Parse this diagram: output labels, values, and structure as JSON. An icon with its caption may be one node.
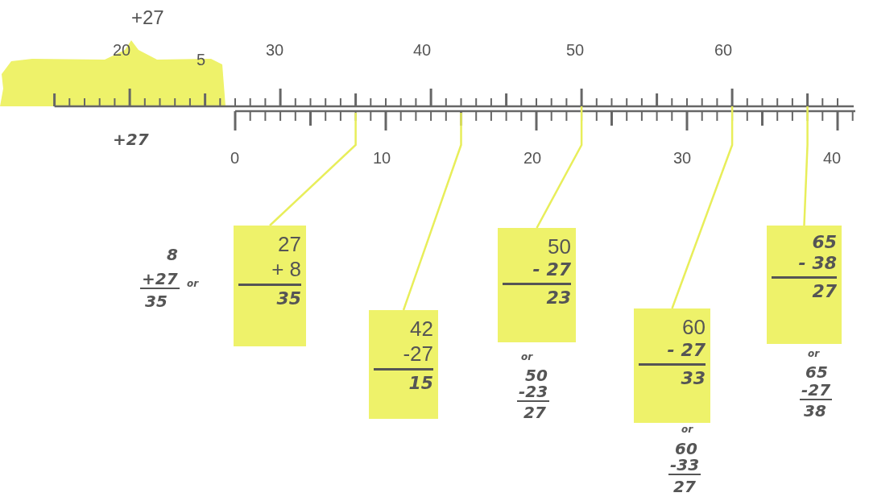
{
  "diagram": {
    "nodes": [
      {
        "text": [
          "27",
          "+ 8",
          "35"
        ]
      },
      {
        "text": [
          "42",
          "-27",
          "15"
        ]
      },
      {
        "text": [
          "50",
          "- 27",
          "23"
        ]
      },
      {
        "text": [
          "60",
          "- 27",
          "33"
        ]
      },
      {
        "text": [
          "65",
          "- 38",
          "27"
        ]
      }
    ],
    "edges": [
      {
        "from": 0,
        "to": null,
        "arrow": "none"
      },
      {
        "from": 1,
        "to": null,
        "arrow": "none"
      },
      {
        "from": 2,
        "to": null,
        "arrow": "none"
      },
      {
        "from": 3,
        "to": null,
        "arrow": "none"
      },
      {
        "from": 4,
        "to": null,
        "arrow": "none"
      }
    ],
    "labels": [
      "+27",
      "20",
      "5",
      "30",
      "40",
      "50",
      "60",
      "+27",
      "0",
      "10",
      "20",
      "30",
      "40",
      "8",
      "+27",
      "35",
      "or",
      "or",
      "50",
      "-23",
      "27",
      "or",
      "60",
      "-33",
      "27",
      "or",
      "65",
      "-27",
      "38"
    ]
  }
}
